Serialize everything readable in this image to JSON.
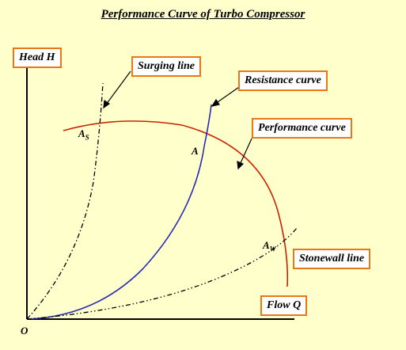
{
  "title": "Performance Curve of Turbo Compressor",
  "labels": {
    "y_axis": "Head H",
    "x_axis": "Flow Q",
    "surging_line": "Surging line",
    "resistance_curve": "Resistance curve",
    "performance_curve": "Performance curve",
    "stonewall_line": "Stonewall line",
    "origin": "O"
  },
  "points": {
    "as_main": "A",
    "as_sub": "S",
    "a": "A",
    "aw_main": "A",
    "aw_sub": "W"
  },
  "colors": {
    "background": "#ffffcc",
    "label_border": "#e8771a",
    "performance_curve": "#cc2200",
    "resistance_curve": "#2b2bb0",
    "axes": "#000000"
  }
}
